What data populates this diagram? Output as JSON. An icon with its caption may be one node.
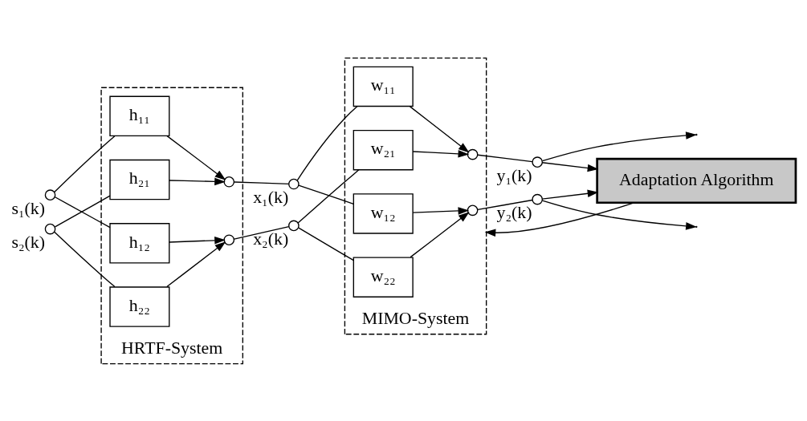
{
  "diagram": {
    "nodes": [
      {
        "text": [
          "HRTF-System"
        ]
      },
      {
        "text": [],
        "shape": "circle",
        "beside": [
          "s₁(k)"
        ]
      },
      {
        "text": [],
        "shape": "circle",
        "beside": [
          "s₂(k)"
        ]
      },
      {
        "text": [
          "h₁₁"
        ],
        "in": 0
      },
      {
        "text": [
          "h₁₂"
        ],
        "in": 0
      },
      {
        "text": [
          "h₂₁"
        ],
        "in": 0
      },
      {
        "text": [
          "h₂₂"
        ],
        "in": 0
      },
      {
        "text": [],
        "shape": "circle",
        "in": 0
      },
      {
        "text": [],
        "shape": "circle",
        "in": 0
      },
      {
        "text": [
          "MIMO-System"
        ]
      },
      {
        "text": [],
        "shape": "circle",
        "beside": [
          "x₁(k)"
        ]
      },
      {
        "text": [],
        "shape": "circle",
        "beside": [
          "x₂(k)"
        ]
      },
      {
        "text": [
          "w₁₁"
        ],
        "in": 9
      },
      {
        "text": [
          "w₁₂"
        ],
        "in": 9
      },
      {
        "text": [
          "w₂₁"
        ],
        "in": 9
      },
      {
        "text": [
          "w₂₂"
        ],
        "in": 9
      },
      {
        "text": [],
        "shape": "circle",
        "in": 9
      },
      {
        "text": [],
        "shape": "circle",
        "in": 9
      },
      {
        "text": [],
        "shape": "circle",
        "beside": [
          "y₁(k)"
        ]
      },
      {
        "text": [],
        "shape": "circle",
        "beside": [
          "y₂(k)"
        ]
      },
      {
        "text": [
          "Adaptation Algorithm"
        ]
      }
    ],
    "edges": [
      {
        "from": 1,
        "to": 3,
        "arrow": "none"
      },
      {
        "from": 1,
        "to": 4,
        "arrow": "none"
      },
      {
        "from": 2,
        "to": 5,
        "arrow": "none"
      },
      {
        "from": 2,
        "to": 6,
        "arrow": "none"
      },
      {
        "from": 3,
        "to": 7,
        "arrow": "to"
      },
      {
        "from": 4,
        "to": 8,
        "arrow": "to"
      },
      {
        "from": 5,
        "to": 7,
        "arrow": "to"
      },
      {
        "from": 6,
        "to": 8,
        "arrow": "to"
      },
      {
        "from": 7,
        "to": 10,
        "arrow": "none"
      },
      {
        "from": 8,
        "to": 11,
        "arrow": "none"
      },
      {
        "from": 10,
        "to": 12,
        "arrow": "none"
      },
      {
        "from": 10,
        "to": 13,
        "arrow": "none"
      },
      {
        "from": 11,
        "to": 14,
        "arrow": "none"
      },
      {
        "from": 11,
        "to": 15,
        "arrow": "none"
      },
      {
        "from": 12,
        "to": 16,
        "arrow": "to"
      },
      {
        "from": 13,
        "to": 17,
        "arrow": "to"
      },
      {
        "from": 14,
        "to": 16,
        "arrow": "to"
      },
      {
        "from": 15,
        "to": 17,
        "arrow": "to"
      },
      {
        "from": 16,
        "to": 18,
        "arrow": "none"
      },
      {
        "from": 17,
        "to": 19,
        "arrow": "none"
      },
      {
        "from": 18,
        "to": null,
        "arrow": "to"
      },
      {
        "from": 19,
        "to": null,
        "arrow": "to"
      },
      {
        "from": 18,
        "to": 20,
        "arrow": "to"
      },
      {
        "from": 19,
        "to": 20,
        "arrow": "to"
      },
      {
        "from": 20,
        "to": 9,
        "arrow": "to"
      }
    ]
  }
}
